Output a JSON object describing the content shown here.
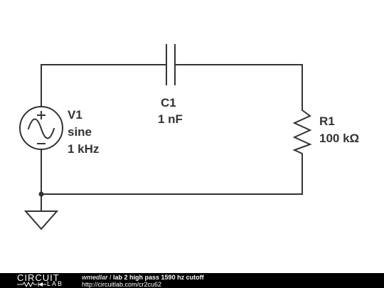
{
  "components": {
    "v1": {
      "name": "V1",
      "type": "sine",
      "freq": "1 kHz"
    },
    "c1": {
      "name": "C1",
      "value": "1 nF"
    },
    "r1": {
      "name": "R1",
      "value": "100 kΩ"
    }
  },
  "footer": {
    "author": "wmedlar",
    "separator": " / ",
    "title": "lab 2 high pass 1590 hz cutoff",
    "url": "http://circuitlab.com/cr2cu62",
    "logo_top": "CIRCUIT",
    "logo_bottom": "LAB"
  },
  "colors": {
    "wire": "#333333",
    "footer_bg": "#000000",
    "footer_text": "#ffffff"
  }
}
